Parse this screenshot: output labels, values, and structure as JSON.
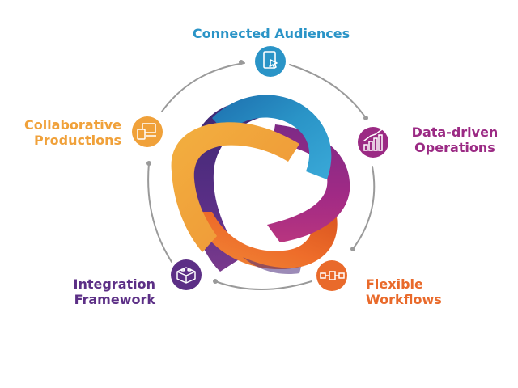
{
  "nodes": [
    {
      "id": "connected",
      "lines": [
        "Connected Audiences"
      ],
      "color": "#2a94c7",
      "icon": "tablet-touch-icon"
    },
    {
      "id": "data",
      "lines": [
        "Data-driven",
        "Operations"
      ],
      "color": "#9b2a84",
      "icon": "bar-chart-icon"
    },
    {
      "id": "flex",
      "lines": [
        "Flexible",
        "Workflows"
      ],
      "color": "#e96a2b",
      "icon": "workflow-nodes-icon"
    },
    {
      "id": "integ",
      "lines": [
        "Integration",
        "Framework"
      ],
      "color": "#5c2f86",
      "icon": "building-block-icon"
    },
    {
      "id": "collab",
      "lines": [
        "Collaborative",
        "Productions"
      ],
      "color": "#f0a13a",
      "icon": "multi-device-icon"
    }
  ],
  "ring_color": "#9a9a9a"
}
